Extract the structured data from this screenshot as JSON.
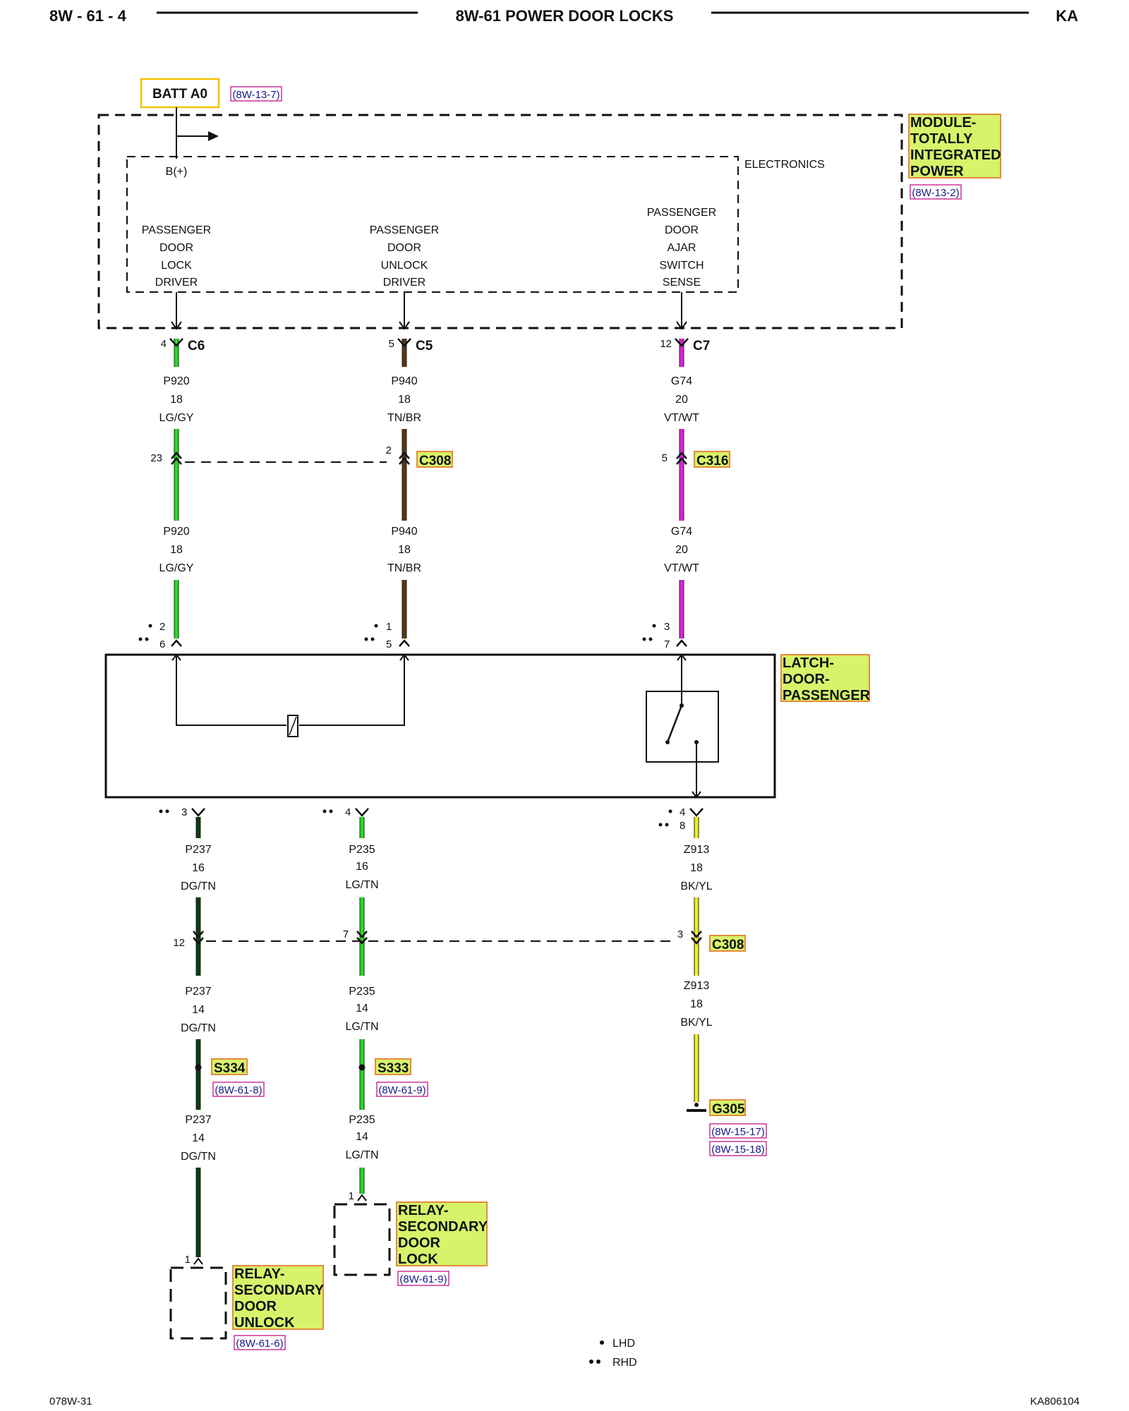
{
  "header": {
    "page_id": "8W - 61 - 4",
    "title": "8W-61 POWER DOOR LOCKS",
    "model": "KA"
  },
  "colors": {
    "highlight": "#d7f36a",
    "highlight_border": "#e58a3a",
    "batt_border": "#f2c200",
    "ref_border": "#cc3399",
    "LG": "#22dd22",
    "TN": "#5a3512",
    "VT": "#e020e0",
    "YL": "#eeee22",
    "DG": "#0f3a12"
  },
  "power": {
    "label": "BATT A0",
    "ref": "(8W-13-7)"
  },
  "module": {
    "title": [
      "MODULE-",
      "TOTALLY",
      "INTEGRATED",
      "POWER"
    ],
    "ref": "(8W-13-2)",
    "electronics_label": "ELECTRONICS",
    "bplus_label": "B(+)",
    "functions": [
      [
        "PASSENGER",
        "DOOR",
        "LOCK",
        "DRIVER"
      ],
      [
        "PASSENGER",
        "DOOR",
        "UNLOCK",
        "DRIVER"
      ],
      [
        "PASSENGER",
        "DOOR",
        "AJAR",
        "SWITCH",
        "SENSE"
      ]
    ]
  },
  "module_pins": [
    {
      "pin": "4",
      "connector": "C6"
    },
    {
      "pin": "5",
      "connector": "C5"
    },
    {
      "pin": "12",
      "connector": "C7"
    }
  ],
  "upper_wires": [
    {
      "circuit": "P920",
      "gauge": "18",
      "color": "LG/GY"
    },
    {
      "circuit": "P940",
      "gauge": "18",
      "color": "TN/BR"
    },
    {
      "circuit": "G74",
      "gauge": "20",
      "color": "VT/WT"
    }
  ],
  "mid_connectors": [
    {
      "pin": "23",
      "name": ""
    },
    {
      "pin": "2",
      "name": "C308"
    },
    {
      "pin": "5",
      "name": "C316"
    }
  ],
  "latch_pins": [
    {
      "lhd": "2",
      "rhd": "6"
    },
    {
      "lhd": "1",
      "rhd": "5"
    },
    {
      "lhd": "3",
      "rhd": "7"
    }
  ],
  "latch": {
    "title": [
      "LATCH-",
      "DOOR-",
      "PASSENGER"
    ]
  },
  "latch_bottom_pins": [
    {
      "pin": "3"
    },
    {
      "pin": "4"
    },
    {
      "lhd": "4",
      "rhd": "8"
    }
  ],
  "lower_wires_a": [
    {
      "circuit": "P237",
      "gauge": "16",
      "color": "DG/TN"
    },
    {
      "circuit": "P235",
      "gauge": "16",
      "color": "LG/TN"
    },
    {
      "circuit": "Z913",
      "gauge": "18",
      "color": "BK/YL"
    }
  ],
  "lower_connector": {
    "pins": [
      "12",
      "7",
      "3"
    ],
    "name": "C308"
  },
  "lower_wires_b": [
    {
      "circuit": "P237",
      "gauge": "14",
      "color": "DG/TN"
    },
    {
      "circuit": "P235",
      "gauge": "14",
      "color": "LG/TN"
    },
    {
      "circuit": "Z913",
      "gauge": "18",
      "color": "BK/YL"
    }
  ],
  "splices": [
    {
      "name": "S334",
      "ref": "(8W-61-8)"
    },
    {
      "name": "S333",
      "ref": "(8W-61-9)"
    }
  ],
  "ground": {
    "name": "G305",
    "refs": [
      "(8W-15-17)",
      "(8W-15-18)"
    ]
  },
  "lower_wires_c": [
    {
      "circuit": "P237",
      "gauge": "14",
      "color": "DG/TN"
    },
    {
      "circuit": "P235",
      "gauge": "14",
      "color": "LG/TN"
    }
  ],
  "relay_lock": {
    "pin": "1",
    "title": [
      "RELAY-",
      "SECONDARY",
      "DOOR",
      "LOCK"
    ],
    "ref": "(8W-61-9)"
  },
  "relay_unlock": {
    "pin": "1",
    "title": [
      "RELAY-",
      "SECONDARY",
      "DOOR",
      "UNLOCK"
    ],
    "ref": "(8W-61-6)"
  },
  "legend": {
    "lhd": "LHD",
    "rhd": "RHD"
  },
  "footer": {
    "left": "078W-31",
    "right": "KA806104"
  }
}
